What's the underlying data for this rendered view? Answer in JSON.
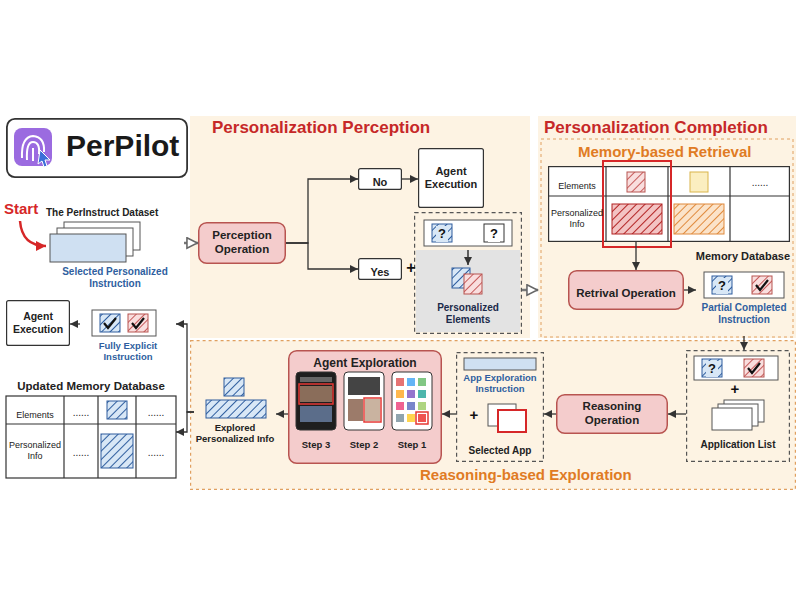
{
  "diagram": {
    "nodes": [
      {
        "text": [
          "PerPilot"
        ]
      },
      {
        "text": [
          "The PerInstruct Dataset",
          "Selected Personalized Instruction"
        ]
      },
      {
        "text": [
          "Personalization Perception"
        ]
      },
      {
        "text": [
          "Perception Operation"
        ],
        "in": 2
      },
      {
        "text": [
          "No"
        ],
        "in": 2
      },
      {
        "text": [
          "Agent Execution"
        ],
        "in": 2
      },
      {
        "text": [
          "Yes"
        ],
        "in": 2
      },
      {
        "text": [
          "Personalized Elements"
        ],
        "in": 2
      },
      {
        "text": [
          "Personalization Completion",
          "Memory-based Retrieval"
        ]
      },
      {
        "text": [
          "Elements",
          "Personalized Info",
          "......"
        ],
        "in": 8
      },
      {
        "text": [
          "Retrival Operation"
        ],
        "in": 8
      },
      {
        "text": [
          "Partial Completed Instruction"
        ],
        "in": 8
      },
      {
        "text": [
          "Reasoning-based Exploration"
        ]
      },
      {
        "text": [
          "Application List"
        ],
        "in": 12
      },
      {
        "text": [
          "Reasoning Operation"
        ],
        "in": 12
      },
      {
        "text": [
          "App Exploration Instruction",
          "Selected App"
        ],
        "in": 12
      },
      {
        "text": [
          "Agent Exploration",
          "Step 3",
          "Step 2",
          "Step 1"
        ],
        "in": 12
      },
      {
        "text": [
          "Explored Personalized Info"
        ],
        "in": 12
      },
      {
        "text": [
          "Updated Memory Database",
          "Elements",
          "Personalized Info",
          "......",
          "......",
          "......",
          "......"
        ]
      },
      {
        "text": [
          "Fully Explicit Instruction"
        ]
      },
      {
        "text": [
          "Agent Execution"
        ]
      }
    ],
    "edges": [
      {
        "from": 1,
        "to": 3,
        "arrow": "to"
      },
      {
        "from": 3,
        "to": 4,
        "arrow": "to"
      },
      {
        "from": 3,
        "to": 6,
        "arrow": "to"
      },
      {
        "from": 4,
        "to": 5,
        "arrow": "to"
      },
      {
        "from": 7,
        "to": 8,
        "arrow": "to"
      },
      {
        "from": 9,
        "to": 10,
        "arrow": "to"
      },
      {
        "from": 10,
        "to": 11,
        "arrow": "to"
      },
      {
        "from": 11,
        "to": 13,
        "arrow": "to"
      },
      {
        "from": 13,
        "to": 14,
        "arrow": "to"
      },
      {
        "from": 14,
        "to": 15,
        "arrow": "to"
      },
      {
        "from": 15,
        "to": 16,
        "arrow": "to"
      },
      {
        "from": 16,
        "to": 17,
        "arrow": "to"
      },
      {
        "from": 17,
        "to": 19,
        "arrow": "to"
      },
      {
        "from": 17,
        "to": 18,
        "arrow": "to"
      },
      {
        "from": 19,
        "to": 20,
        "arrow": "to"
      }
    ],
    "labels": [
      "Start",
      "?",
      "?",
      "+",
      "Memory Database",
      "?",
      "?",
      "+",
      "+"
    ]
  }
}
